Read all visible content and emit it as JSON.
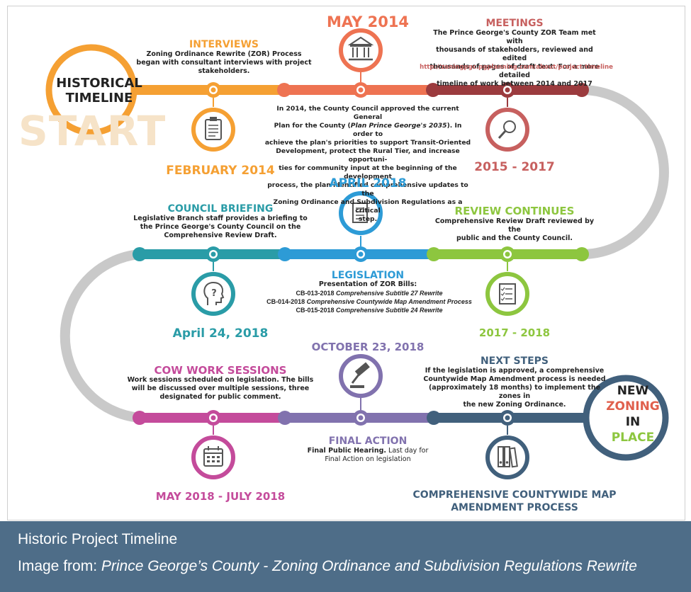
{
  "colors": {
    "orange": "#f5a033",
    "salmon": "#ee7352",
    "red": "#e0604d",
    "maroon": "#9b3b3e",
    "gray": "#c9c9c9",
    "blue": "#2d9bd6",
    "teal": "#2a9ca7",
    "green": "#8dc63f",
    "magenta": "#c44b9b",
    "purple": "#8172ae",
    "navy": "#41607c",
    "caption_bg": "#4e6d88"
  },
  "start_label": {
    "line1": "HISTORICAL",
    "line2": "TIMELINE",
    "watermark": "START"
  },
  "end_label": {
    "line1": "NEW",
    "line2": "ZONING",
    "line3": "IN",
    "line4": "PLACE"
  },
  "interviews": {
    "title": "INTERVIEWS",
    "text": [
      "Zoning Ordinance Rewrite (ZOR) Process",
      "began with consultant interviews with project",
      "stakeholders."
    ],
    "date": "FEBRUARY 2014"
  },
  "may2014": {
    "date": "MAY 2014",
    "text": [
      "In 2014, the County Council approved the current General",
      "Plan for the County (Plan Prince George's 2035).  In order to",
      "achieve the plan's priorities to support Transit-Oriented",
      "Development, protect the Rural Tier, and increase opportuni-",
      "ties for community input at the beginning of the development",
      "process, the plan identified comprehensive updates to the",
      "Zoning Ordinance and Subdivision Regulations as a critical",
      "step."
    ]
  },
  "meetings": {
    "title": "MEETINGS",
    "text": [
      "The Prince George's County ZOR Team met with",
      "thousands of stakeholders, reviewed and edited",
      "thousands of pages of draft text. For a more detailed",
      "timeline of work between 2014 and 2017"
    ],
    "link": "http://zoningpgc.pgplanning.com/about/project-timeline",
    "date": "2015 - 2017"
  },
  "council_briefing": {
    "title": "COUNCIL BRIEFING",
    "text": [
      "Legislative Branch staff provides a briefing to",
      "the Prince George's County Council on the",
      "Comprehensive Review Draft."
    ],
    "date": "April 24, 2018"
  },
  "legislation": {
    "date": "APRIL 2018",
    "title": "LEGISLATION",
    "intro": "Presentation of ZOR Bills:",
    "bills": [
      {
        "code": "CB-013-2018",
        "desc": "Comprehensive Subtitle 27 Rewrite"
      },
      {
        "code": "CB-014-2018",
        "desc": "Comprehensive Countywide Map Amendment Process"
      },
      {
        "code": "CB-015-2018",
        "desc": "Comprehensive Subtitle 24 Rewrite"
      }
    ]
  },
  "review": {
    "title": "REVIEW CONTINUES",
    "text": [
      "Comprehensive Review Draft reviewed by the",
      "public and the County Council."
    ],
    "date": "2017 - 2018"
  },
  "cow": {
    "title": "COW WORK SESSIONS",
    "text": [
      "Work sessions scheduled on legislation.  The bills",
      "will be discussed over multiple sessions, three",
      "designated for public comment."
    ],
    "date": "MAY 2018 - JULY 2018"
  },
  "final": {
    "date": "OCTOBER 23, 2018",
    "title": "FINAL ACTION",
    "lead": "Final Public Hearing.",
    "text1": " Last day for",
    "text2": "Final Action on legislation"
  },
  "next": {
    "title": "NEXT STEPS",
    "text": [
      "If the legislation is approved, a comprehensive",
      "Countywide Map Amendment process is needed",
      "(approximately 18 months) to implement the zones in",
      "the new Zoning Ordinance."
    ],
    "date1": "COMPREHENSIVE COUNTYWIDE MAP",
    "date2": "AMENDMENT PROCESS"
  },
  "caption": {
    "title": "Historic Project Timeline",
    "prefix": "Image from: ",
    "source": "Prince George’s County - Zoning Ordinance and Subdivision Regulations Rewrite"
  }
}
